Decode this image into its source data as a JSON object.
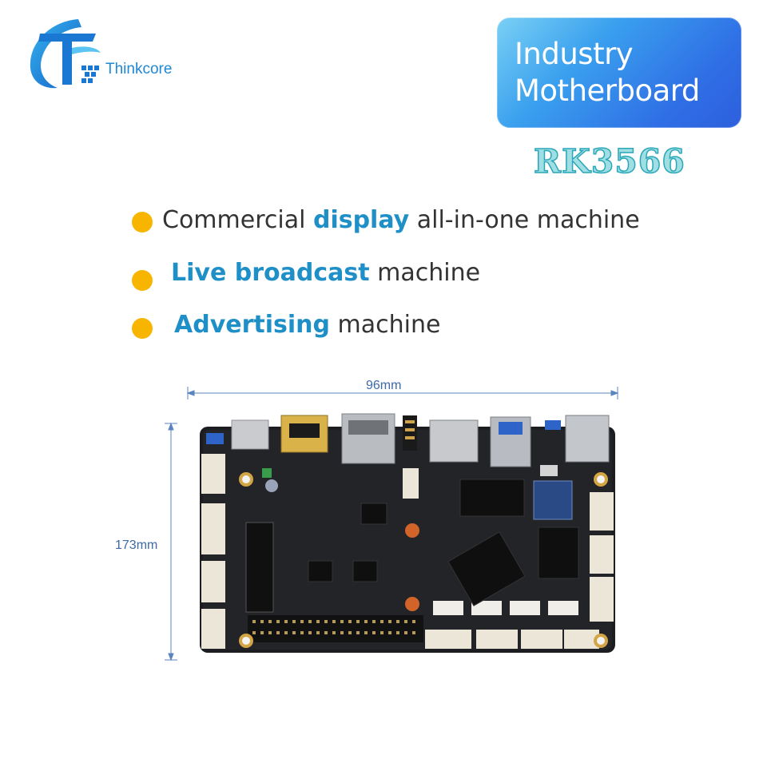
{
  "brand": {
    "name": "Thinkcore"
  },
  "banner": {
    "line1": "Industry",
    "line2": "Motherboard"
  },
  "model": "RK3566",
  "features": [
    {
      "pre": "",
      "highlight": "display",
      "prefix": "Commercial ",
      "suffix": " all-in-one machine"
    },
    {
      "prefix": "",
      "highlight": "Live broadcast",
      "suffix": " machine"
    },
    {
      "prefix": "",
      "highlight": "Advertising",
      "suffix": " machine"
    }
  ],
  "dimensions": {
    "width": "96mm",
    "height": "173mm"
  },
  "colors": {
    "accent": "#1f8fc7",
    "bullet": "#f7b500",
    "banner": "#2f6fe6",
    "dimension": "#3d6aa6"
  }
}
